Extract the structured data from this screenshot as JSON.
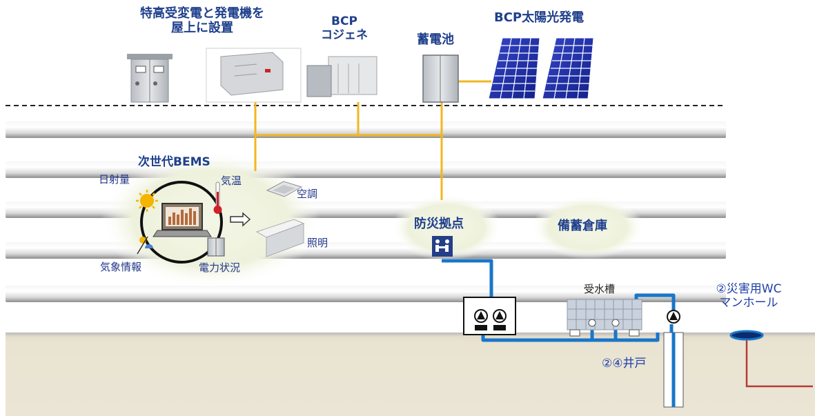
{
  "labels": {
    "substation": "特高受変電と発電機を\n屋上に設置",
    "bcp_cogen": "BCP\nコジェネ",
    "battery": "蓄電池",
    "bcp_solar": "BCP太陽光発電",
    "bems": "次世代BEMS",
    "solar_radiation": "日射量",
    "temperature": "気温",
    "weather_info": "気象情報",
    "power_status": "電力状況",
    "air_conditioning": "空調",
    "lighting": "照明",
    "disaster_base": "防災拠点",
    "storage": "備蓄倉庫",
    "water_tank": "受水槽",
    "manhole": "②災害用WC\nマンホール",
    "well": "②④井戸"
  },
  "colors": {
    "power_line": "#f2b61f",
    "water_line": "#1976c8",
    "sewer_line": "#b53a32",
    "label_text": "#1f3f8c",
    "solar_panel": "#1b2fa8"
  }
}
